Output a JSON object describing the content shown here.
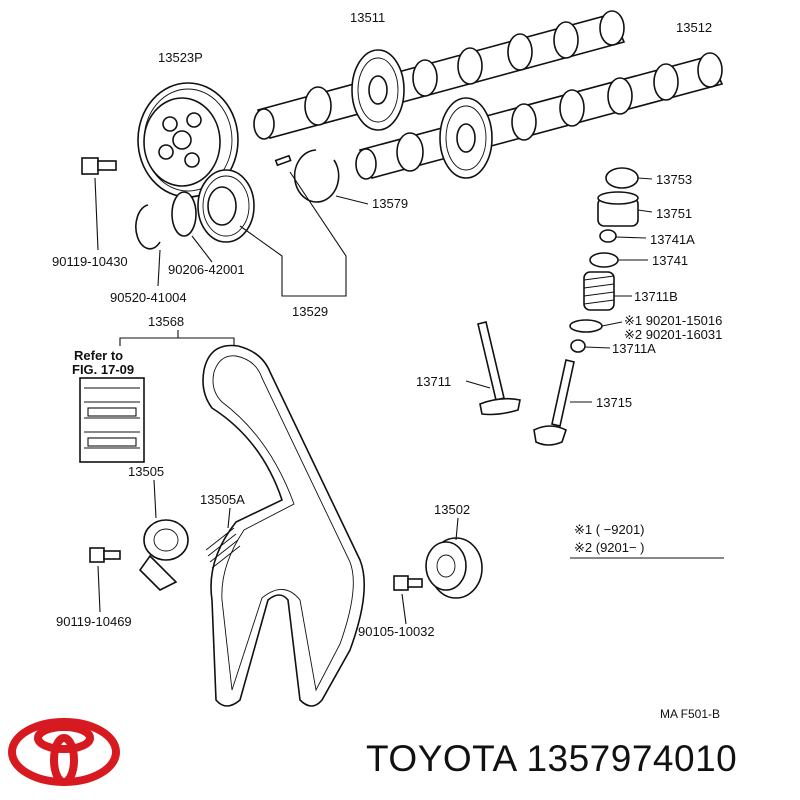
{
  "diagram": {
    "labels": {
      "p13511": "13511",
      "p13512": "13512",
      "p13523p": "13523P",
      "p13753": "13753",
      "p13751": "13751",
      "p13741a": "13741A",
      "p13741": "13741",
      "p13579": "13579",
      "p13711b": "13711B",
      "p90201_15016": "※1  90201-15016",
      "p90201_16031": "※2  90201-16031",
      "p13711a": "13711A",
      "p13711": "13711",
      "p13715": "13715",
      "p90119_10430": "90119-10430",
      "p90206_42001": "90206-42001",
      "p90520_41004": "90520-41004",
      "p13529": "13529",
      "p13568": "13568",
      "refer_line1": "Refer to",
      "refer_line2": "FIG. 17-09",
      "p13505": "13505",
      "p13505a": "13505A",
      "p13502": "13502",
      "note1": "※1  (        −9201)",
      "note2": "※2  (9201−        )",
      "p90119_10469": "90119-10469",
      "p90105_10032": "90105-10032",
      "figure_code": "MA  F501-B"
    }
  },
  "brand": {
    "caption": "TOYOTA 1357974010",
    "logo_color": "#d71920"
  }
}
